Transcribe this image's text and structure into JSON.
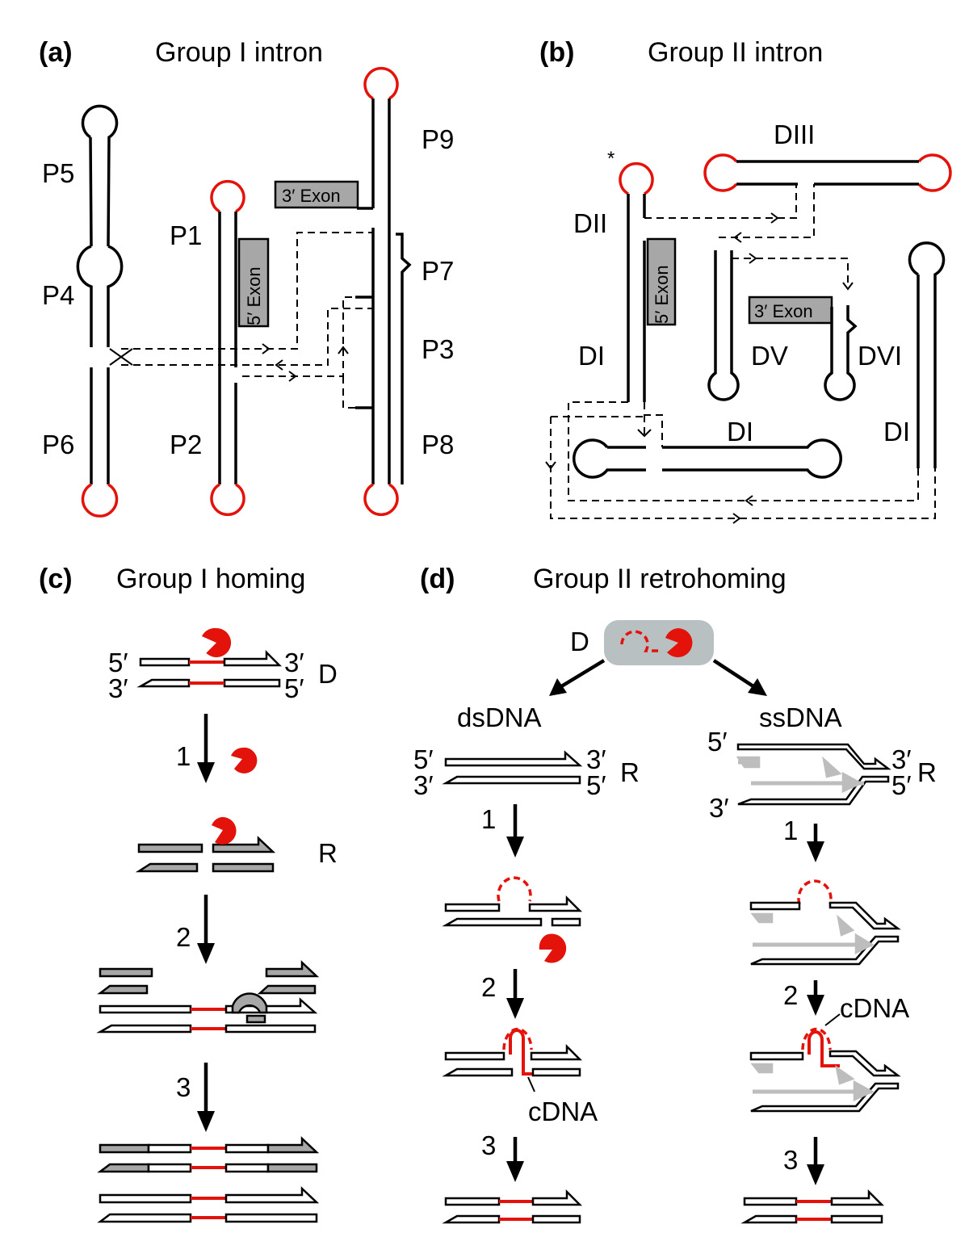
{
  "panels": {
    "a": {
      "letter": "(a)",
      "title": "Group I intron",
      "labels": [
        "P5",
        "P4",
        "P6",
        "P1",
        "P2",
        "P9",
        "P7",
        "P3",
        "P8"
      ],
      "exon5": "5′ Exon",
      "exon3": "3′ Exon"
    },
    "b": {
      "letter": "(b)",
      "title": "Group II intron",
      "labels": [
        "DII",
        "DI",
        "DIII",
        "DV",
        "DVI",
        "DI",
        "DI"
      ],
      "star": "*",
      "exon5": "5′ Exon",
      "exon3": "3′ Exon"
    },
    "c": {
      "letter": "(c)",
      "title": "Group I homing",
      "donor": "D",
      "recipient": "R",
      "ends": [
        "5′",
        "3′",
        "3′",
        "5′"
      ],
      "steps": [
        "1",
        "2",
        "3"
      ]
    },
    "d": {
      "letter": "(d)",
      "title": "Group II retrohoming",
      "donor": "D",
      "branch_left": "dsDNA",
      "branch_right": "ssDNA",
      "recipient": "R",
      "ends_left": [
        "5′",
        "3′",
        "3′",
        "5′"
      ],
      "ends_right": [
        "5′",
        "3′",
        "3′",
        "5′"
      ],
      "steps": [
        "1",
        "2",
        "3"
      ],
      "cdna": "cDNA"
    }
  },
  "colors": {
    "accent_red": "#e3120b",
    "exon_gray": "#a7a7a7",
    "donor_box": "#b9c0c2"
  }
}
